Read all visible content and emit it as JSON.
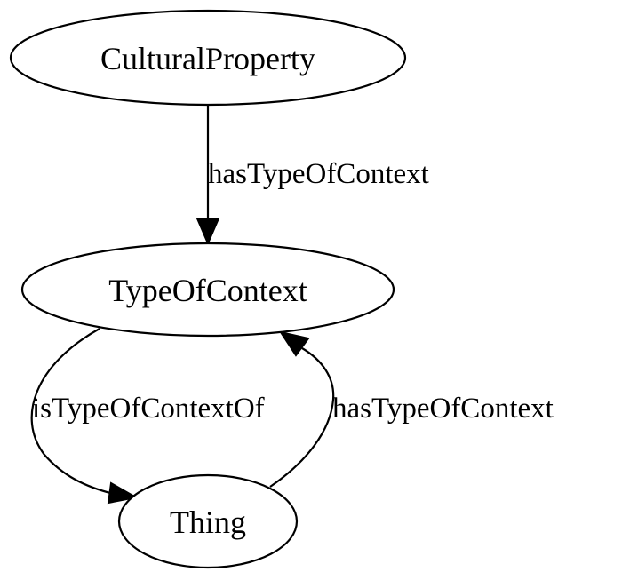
{
  "nodes": {
    "cultural_property": "CulturalProperty",
    "type_of_context": "TypeOfContext",
    "thing": "Thing"
  },
  "edges": {
    "cultural_to_type": "hasTypeOfContext",
    "type_to_thing": "isTypeOfContextOf",
    "thing_to_type": "hasTypeOfContext"
  },
  "colors": {
    "stroke": "#000000",
    "background": "#ffffff"
  }
}
